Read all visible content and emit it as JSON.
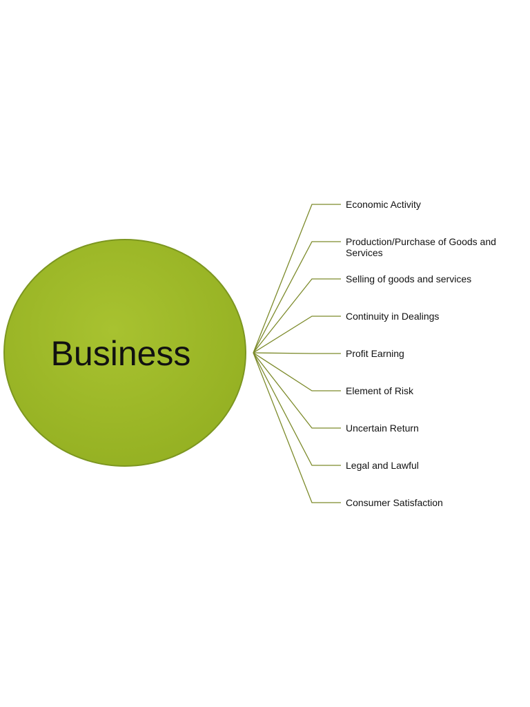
{
  "diagram": {
    "center": {
      "label": "Business",
      "fill_color": "#9eb92a",
      "stroke_color": "#7c9620"
    },
    "connector_color": "#7c8a2a",
    "branches": [
      {
        "lines": [
          "Economic Activity"
        ]
      },
      {
        "lines": [
          "Production/Purchase of Goods and",
          "Services"
        ]
      },
      {
        "lines": [
          "Selling of goods and services"
        ]
      },
      {
        "lines": [
          "Continuity in Dealings"
        ]
      },
      {
        "lines": [
          "Profit Earning"
        ]
      },
      {
        "lines": [
          "Element of Risk"
        ]
      },
      {
        "lines": [
          "Uncertain Return"
        ]
      },
      {
        "lines": [
          "Legal and Lawful"
        ]
      },
      {
        "lines": [
          "Consumer Satisfaction"
        ]
      }
    ]
  }
}
